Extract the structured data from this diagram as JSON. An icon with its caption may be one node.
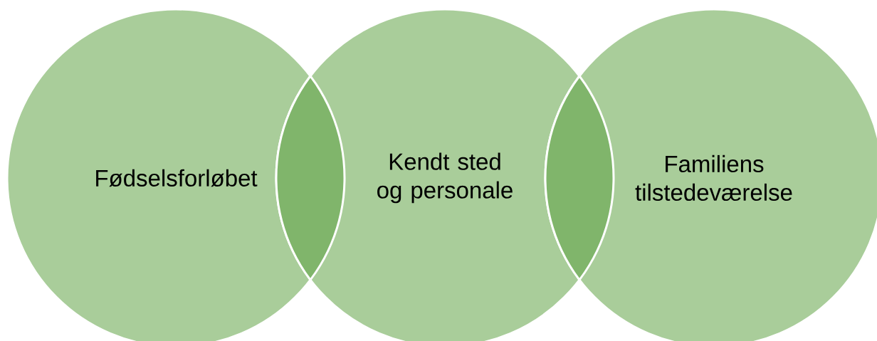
{
  "diagram": {
    "nodes": [
      {
        "text": [
          "Fødselsforløbet"
        ]
      },
      {
        "text": [
          "Kendt sted og personale"
        ]
      },
      {
        "text": [
          "Familiens tilstedeværelse"
        ]
      }
    ]
  }
}
